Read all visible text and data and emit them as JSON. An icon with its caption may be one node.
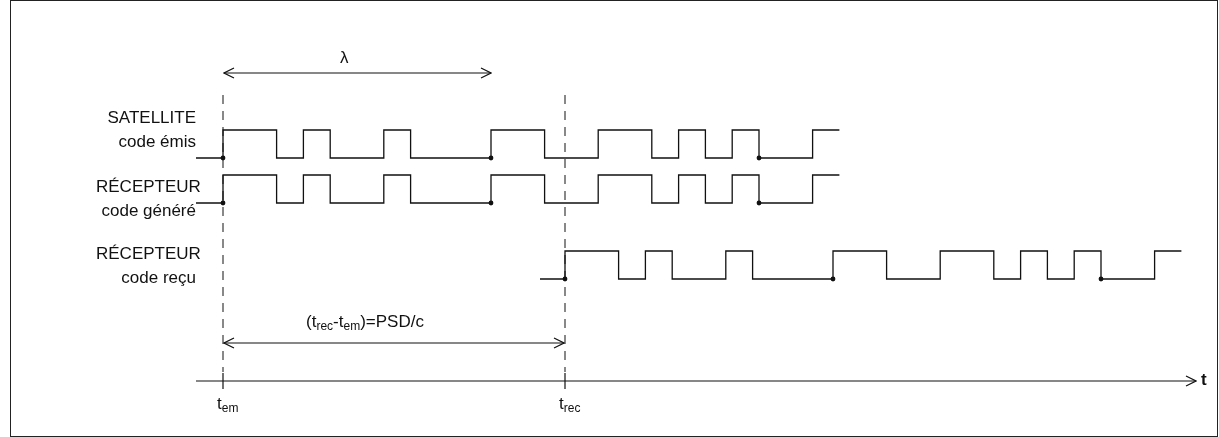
{
  "diagram": {
    "labels": [
      "λ",
      "SATELLITE code émis",
      "RÉCEPTEUR code généré",
      "RÉCEPTEUR code reçu",
      "(t$_{rec}$-t$_{em}$)=PSD/c",
      "t",
      "t$_{em}$",
      "t$_{rec}$"
    ]
  }
}
